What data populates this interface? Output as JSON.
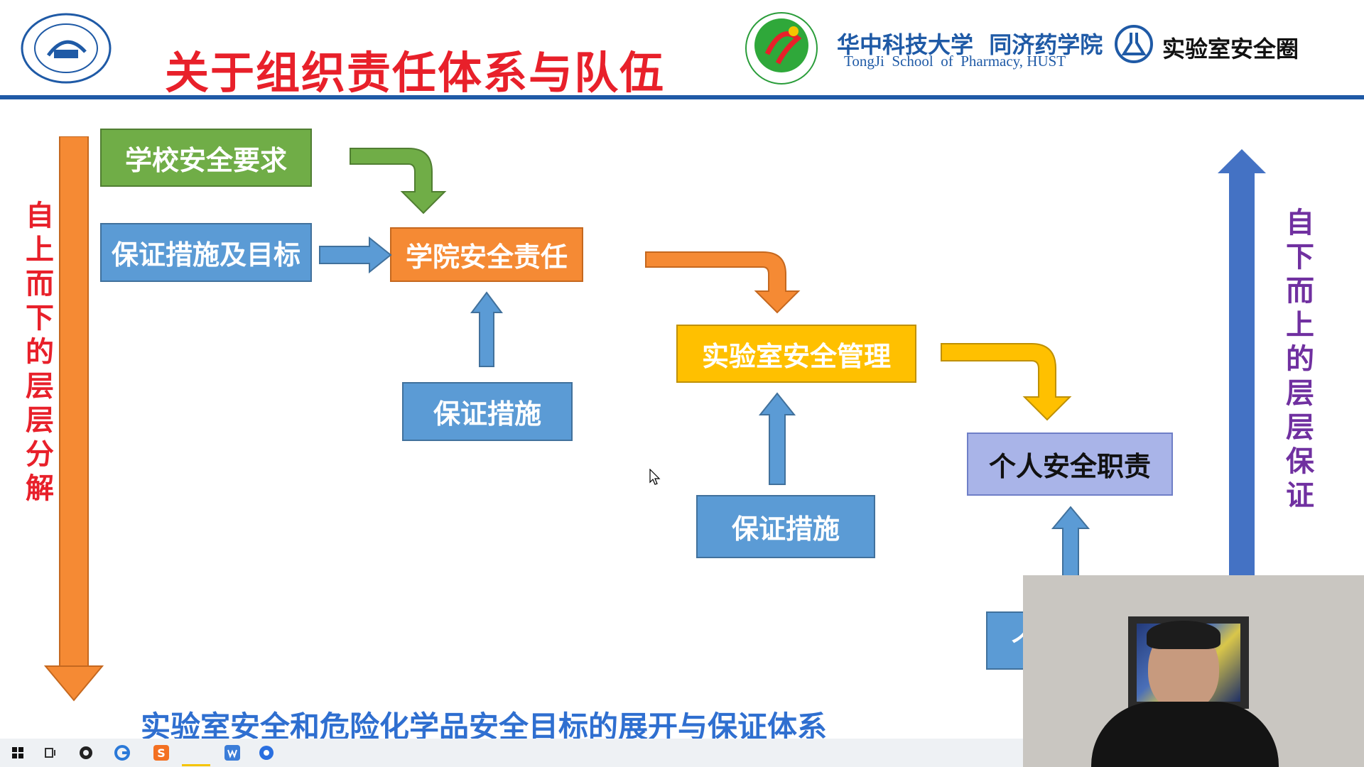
{
  "slide": {
    "title": "关于组织责任体系与队伍",
    "school_cn": "华中科技大学  同济药学院",
    "school_en": "TongJi  School  of  Pharmacy, HUST",
    "brand": "实验室安全圈",
    "left_label": [
      "自",
      "上",
      "而",
      "下",
      "的",
      "层",
      "层",
      "分",
      "解"
    ],
    "right_label": [
      "自",
      "下",
      "而",
      "上",
      "的",
      "层",
      "层",
      "保",
      "证"
    ],
    "boxes": {
      "school_req": "学校安全要求",
      "measures_goals": "保证措施及目标",
      "college_resp": "学院安全责任",
      "measures_1": "保证措施",
      "lab_mgmt": "实验室安全管理",
      "measures_2": "保证措施",
      "personal_duty": "个人安全职责",
      "partial_box": "个"
    },
    "caption": "实验室安全和危险化学品安全目标的展开与保证体系"
  },
  "colors": {
    "title_red": "#e8202a",
    "header_blue": "#1f5aa6",
    "left_arrow": "#f58a34",
    "right_arrow": "#4472c4",
    "right_label": "#7030a0",
    "left_label": "#e8202a",
    "caption": "#2f6fd0"
  },
  "taskbar": {
    "icons": [
      "windows-start-icon",
      "task-view-icon",
      "app-icon",
      "edge-icon",
      "sogou-icon",
      "wps-icon",
      "browser-icon"
    ]
  }
}
